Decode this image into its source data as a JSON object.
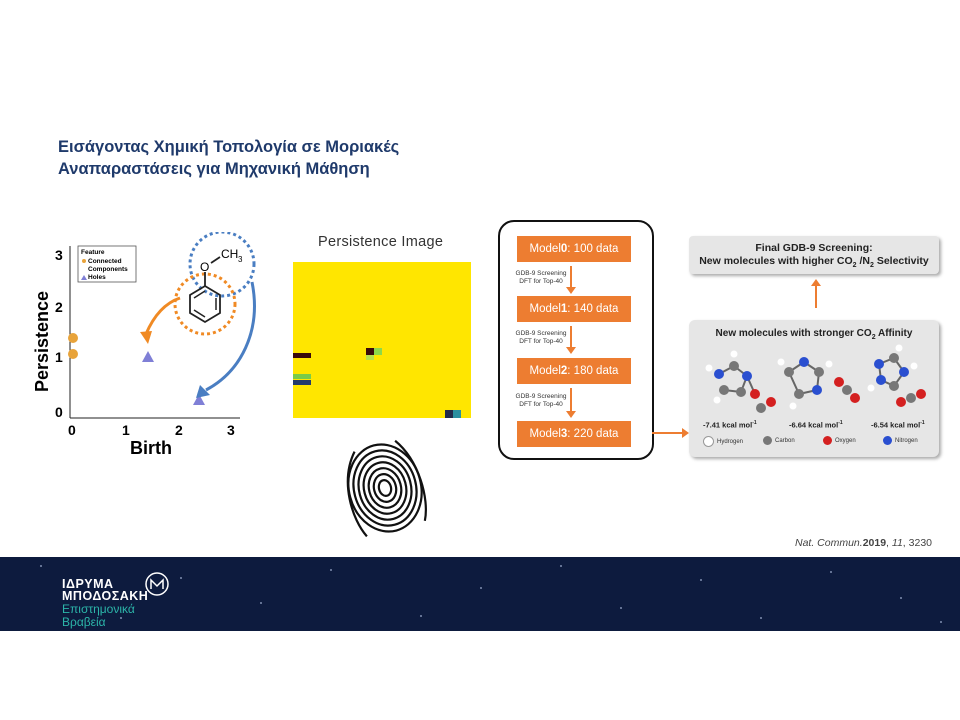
{
  "title": {
    "line1": "Εισάγοντας Χημική Τοπολογία σε Μοριακές",
    "line2": "Αναπαραστάσεις για Μηχανική Μάθηση"
  },
  "persistence_diagram": {
    "xlabel": "Birth",
    "ylabel": "Persistence",
    "xticks": [
      "0",
      "1",
      "2",
      "3"
    ],
    "yticks": [
      "0",
      "1",
      "2",
      "3"
    ],
    "legend_title": "Feature",
    "legend_items": [
      "Connected",
      "Components",
      "Holes"
    ],
    "molecule_label": "O",
    "methyl_label": "CH",
    "methyl_sub": "3",
    "colors": {
      "connected": "#e8a33a",
      "holes": "#7f7fd6",
      "orange_arrow": "#f08a24",
      "blue_arrow": "#4a7ec2"
    }
  },
  "persistence_image": {
    "title": "Persistence Image",
    "background": "#ffe600"
  },
  "workflow": {
    "models": [
      {
        "name": "Model ",
        "num": "0",
        "rest": ": 100 data"
      },
      {
        "name": "Model ",
        "num": "1",
        "rest": ": 140 data"
      },
      {
        "name": "Model ",
        "num": "2",
        "rest": ": 180 data"
      },
      {
        "name": "Model ",
        "num": "3",
        "rest": ": 220 data"
      }
    ],
    "step_line1": "GDB-9 Screening",
    "step_line2": "DFT for Top-40"
  },
  "final": {
    "line1": "Final GDB-9 Screening:",
    "line2_a": "New molecules with higher CO",
    "line2_b": " /N",
    "line2_c": " Selectivity",
    "sub": "2"
  },
  "affinity": {
    "title_a": "New molecules with stronger CO",
    "title_b": " Affinity",
    "sub": "2",
    "energies": [
      "-7.41 kcal mol",
      "-6.64 kcal mol",
      "-6.54 kcal mol"
    ],
    "sup": "-1",
    "legend": [
      "Hydrogen",
      "Carbon",
      "Oxygen",
      "Nitrogen"
    ]
  },
  "citation": {
    "journal": "Nat. Commun.",
    "year": "2019",
    "volume": "11",
    "page": "3230"
  },
  "footer": {
    "line1": "ΙΔΡΥΜΑ",
    "line2": "ΜΠΟΔΟΣΑΚΗ",
    "line3": "Επιστημονικά",
    "line4": "Βραβεία"
  }
}
